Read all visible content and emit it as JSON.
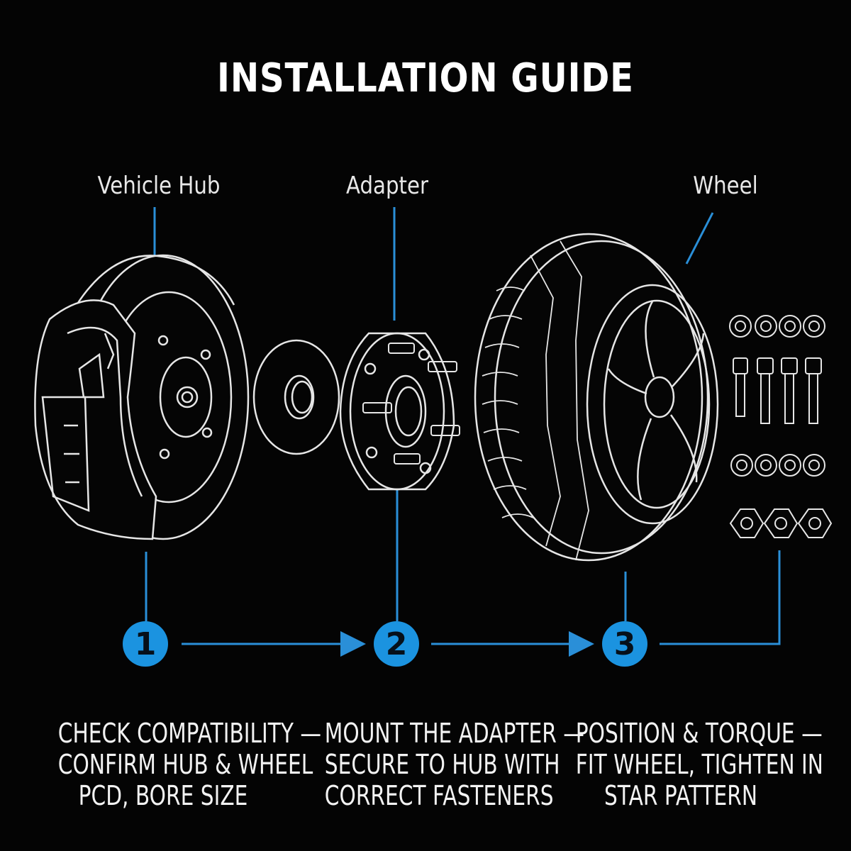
{
  "title": "INSTALLATION GUIDE",
  "labels": {
    "hub": "Vehicle Hub",
    "adapter": "Adapter",
    "wheel": "Wheel"
  },
  "accent_color": "#1b93e0",
  "line_color": "#2a8fd8",
  "steps": [
    {
      "number": "1",
      "lines": [
        "CHECK COMPATIBILITY —",
        "CONFIRM HUB & WHEEL",
        "PCD, BORE SIZE"
      ]
    },
    {
      "number": "2",
      "lines": [
        "MOUNT THE ADAPTER —",
        "SECURE TO HUB WITH",
        "CORRECT FASTENERS"
      ]
    },
    {
      "number": "3",
      "lines": [
        "POSITION & TORQUE —",
        "FIT WHEEL, TIGHTEN IN",
        "STAR PATTERN"
      ]
    }
  ],
  "icons": {
    "hub": "brake-disc-caliper-icon",
    "ring": "hub-centric-ring-icon",
    "adapter": "wheel-adapter-icon",
    "wheel": "wheel-tire-icon",
    "fasteners": "lug-nuts-bolts-icon"
  }
}
